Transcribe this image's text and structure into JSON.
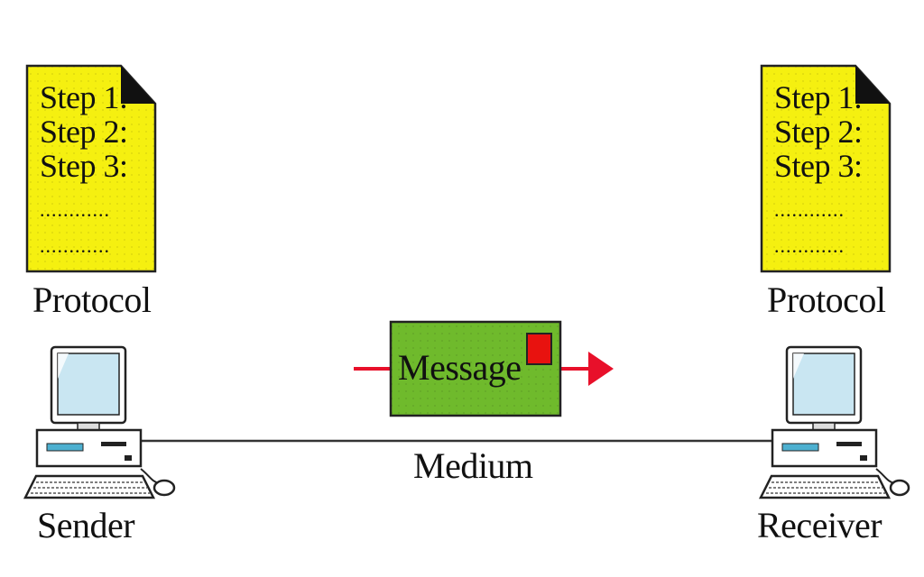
{
  "colors": {
    "document": "#f5f010",
    "message": "#6fba2c",
    "stamp": "#e8120f",
    "arrow": "#e8102a",
    "medium_line": "#333333",
    "screen": "#c9e6f2"
  },
  "sender": {
    "protocol": {
      "label": "Protocol",
      "steps": [
        "Step 1:",
        "Step 2:",
        "Step 3:"
      ],
      "dots": [
        "............",
        "............"
      ]
    },
    "label": "Sender"
  },
  "receiver": {
    "protocol": {
      "label": "Protocol",
      "steps": [
        "Step 1:",
        "Step 2:",
        "Step 3:"
      ],
      "dots": [
        "............",
        "............"
      ]
    },
    "label": "Receiver"
  },
  "message": {
    "label": "Message"
  },
  "medium": {
    "label": "Medium"
  },
  "icons": {
    "document": "document-icon",
    "computer": "computer-icon",
    "stamp": "stamp-icon",
    "arrow": "arrow-right-icon"
  }
}
